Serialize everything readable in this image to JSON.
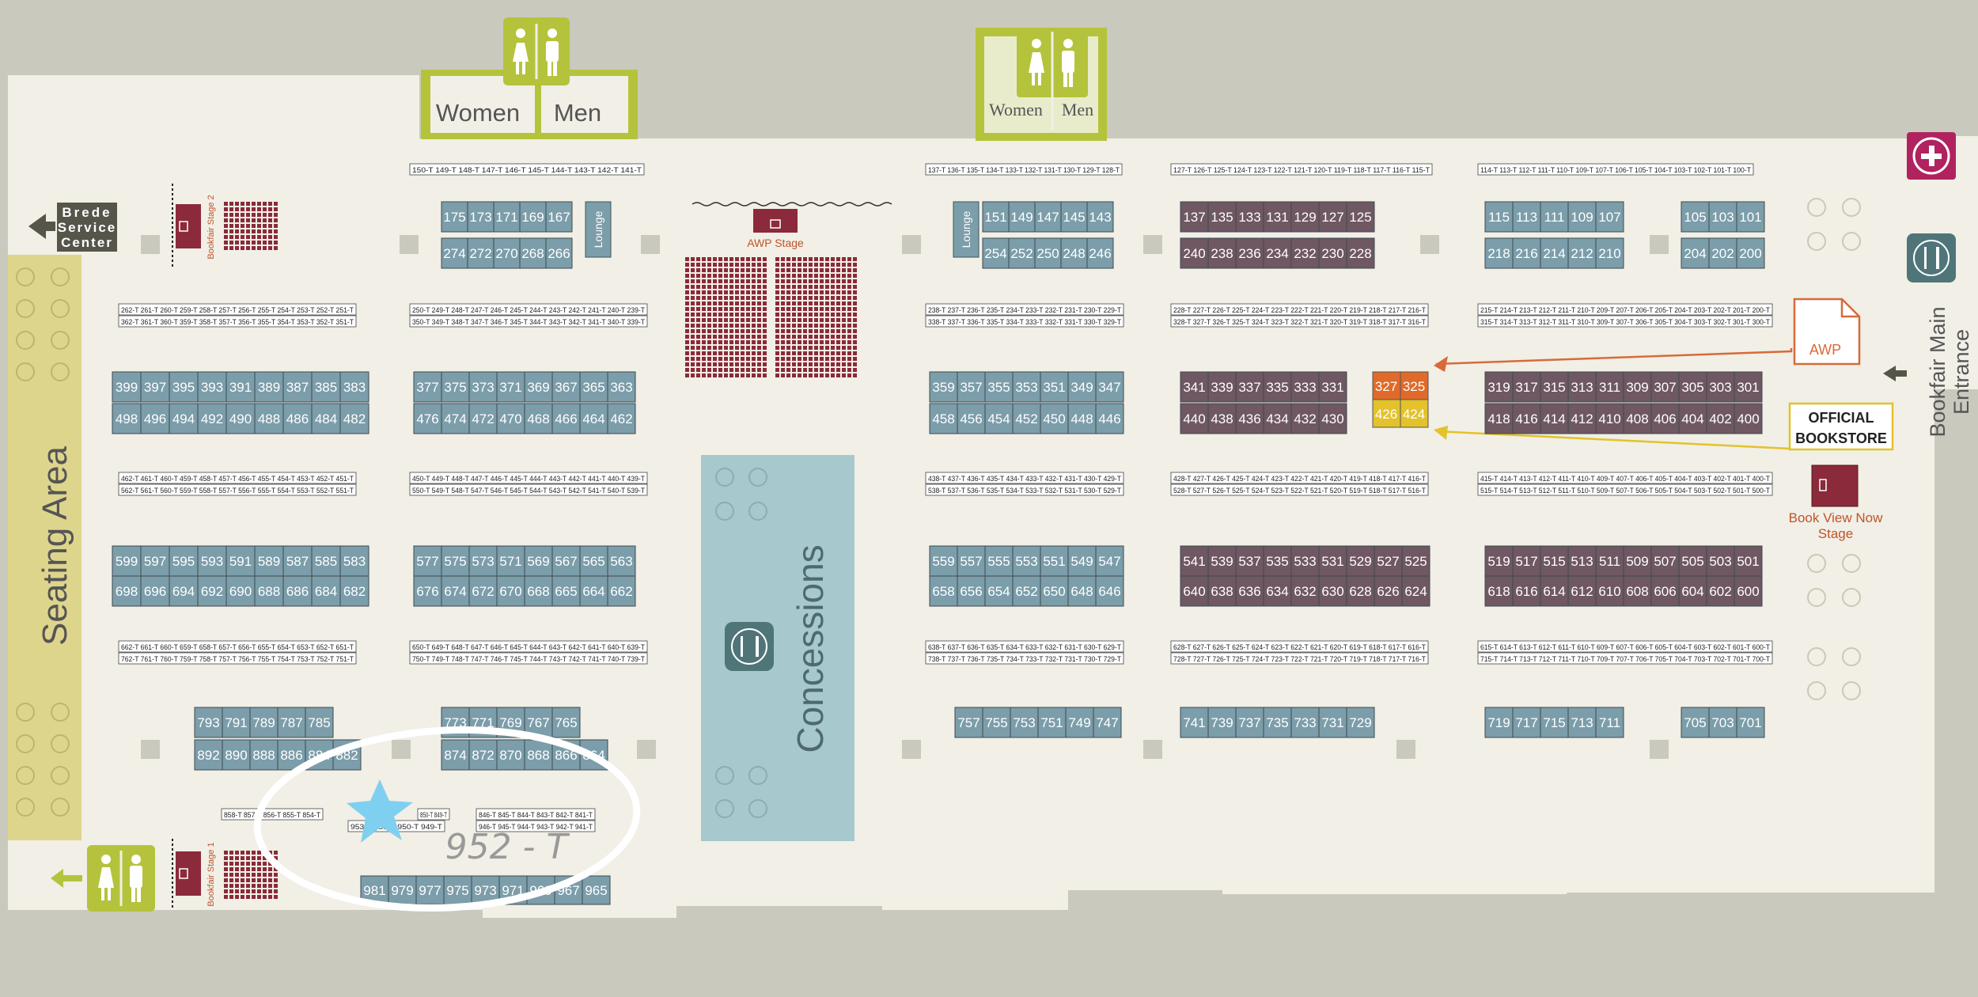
{
  "colors": {
    "outside": "#c9cabd",
    "floor": "#f1efe6",
    "booth_blue": "#7c9daa",
    "booth_purple": "#6f5862",
    "restroom_green": "#b5c33c",
    "concessions": "#a7c8cc",
    "seating": "#ded58c",
    "stage_red": "#8b2a3a",
    "awp_orange": "#e06a2a",
    "awp_yellow": "#e3c22b",
    "first_aid": "#b0235f",
    "dining_icon_bg": "#4f7579",
    "annotation_star": "#7fd0f0"
  },
  "labels": {
    "women": "Women",
    "men": "Men",
    "brede": "Brede",
    "service": "Service",
    "center": "Center",
    "seating_area": "Seating Area",
    "concessions": "Concessions",
    "awp_stage": "AWP Stage",
    "bookfair_stage_1": "Bookfair Stage 1",
    "bookfair_stage_2": "Bookfair Stage 2",
    "lounge": "Lounge",
    "awp_doc": "AWP",
    "official": "OFFICIAL",
    "bookstore": "BOOKSTORE",
    "book_view_now": "Book View Now",
    "stage": "Stage",
    "main_entrance_1": "Bookfair Main",
    "main_entrance_2": "Entrance",
    "handwritten_note": "952 - T"
  },
  "icons": {
    "restroom": "restroom-icon",
    "first_aid": "first-aid-icon",
    "dining": "dining-icon",
    "arrow": "arrow-left-icon",
    "document": "document-icon",
    "star": "star-icon"
  },
  "booth_rows": [
    {
      "numbers": [
        "175",
        "173",
        "171",
        "169",
        "167"
      ]
    },
    {
      "numbers": [
        "274",
        "272",
        "270",
        "268",
        "266"
      ]
    },
    {
      "numbers": [
        "151",
        "149",
        "147",
        "145",
        "143"
      ]
    },
    {
      "numbers": [
        "254",
        "252",
        "250",
        "248",
        "246"
      ]
    },
    {
      "numbers": [
        "137",
        "135",
        "133",
        "131",
        "129",
        "127",
        "125"
      ]
    },
    {
      "numbers": [
        "240",
        "238",
        "236",
        "234",
        "232",
        "230",
        "228"
      ]
    },
    {
      "numbers": [
        "115",
        "113",
        "111",
        "109",
        "107"
      ]
    },
    {
      "numbers": [
        "218",
        "216",
        "214",
        "212",
        "210"
      ]
    },
    {
      "numbers": [
        "105",
        "103",
        "101"
      ]
    },
    {
      "numbers": [
        "204",
        "202",
        "200"
      ]
    },
    {
      "numbers": [
        "399",
        "397",
        "395",
        "393",
        "391",
        "389",
        "387",
        "385",
        "383"
      ]
    },
    {
      "numbers": [
        "498",
        "496",
        "494",
        "492",
        "490",
        "488",
        "486",
        "484",
        "482"
      ]
    },
    {
      "numbers": [
        "377",
        "375",
        "373",
        "371",
        "369",
        "367",
        "365",
        "363"
      ]
    },
    {
      "numbers": [
        "476",
        "474",
        "472",
        "470",
        "468",
        "466",
        "464",
        "462"
      ]
    },
    {
      "numbers": [
        "359",
        "357",
        "355",
        "353",
        "351",
        "349",
        "347"
      ]
    },
    {
      "numbers": [
        "458",
        "456",
        "454",
        "452",
        "450",
        "448",
        "446"
      ]
    },
    {
      "numbers": [
        "341",
        "339",
        "337",
        "335",
        "333",
        "331"
      ]
    },
    {
      "numbers": [
        "440",
        "438",
        "436",
        "434",
        "432",
        "430"
      ]
    },
    {
      "numbers": [
        "319",
        "317",
        "315",
        "313",
        "311",
        "309",
        "307",
        "305",
        "303",
        "301"
      ]
    },
    {
      "numbers": [
        "418",
        "416",
        "414",
        "412",
        "410",
        "408",
        "406",
        "404",
        "402",
        "400"
      ]
    },
    {
      "numbers": [
        "599",
        "597",
        "595",
        "593",
        "591",
        "589",
        "587",
        "585",
        "583"
      ]
    },
    {
      "numbers": [
        "698",
        "696",
        "694",
        "692",
        "690",
        "688",
        "686",
        "684",
        "682"
      ]
    },
    {
      "numbers": [
        "577",
        "575",
        "573",
        "571",
        "569",
        "567",
        "565",
        "563"
      ]
    },
    {
      "numbers": [
        "676",
        "674",
        "672",
        "670",
        "668",
        "665",
        "664",
        "662"
      ]
    },
    {
      "numbers": [
        "559",
        "557",
        "555",
        "553",
        "551",
        "549",
        "547"
      ]
    },
    {
      "numbers": [
        "658",
        "656",
        "654",
        "652",
        "650",
        "648",
        "646"
      ]
    },
    {
      "numbers": [
        "541",
        "539",
        "537",
        "535",
        "533",
        "531",
        "529",
        "527",
        "525"
      ]
    },
    {
      "numbers": [
        "640",
        "638",
        "636",
        "634",
        "632",
        "630",
        "628",
        "626",
        "624"
      ]
    },
    {
      "numbers": [
        "519",
        "517",
        "515",
        "513",
        "511",
        "509",
        "507",
        "505",
        "503",
        "501"
      ]
    },
    {
      "numbers": [
        "618",
        "616",
        "614",
        "612",
        "610",
        "608",
        "606",
        "604",
        "602",
        "600"
      ]
    },
    {
      "numbers": [
        "793",
        "791",
        "789",
        "787",
        "785"
      ]
    },
    {
      "numbers": [
        "892",
        "890",
        "888",
        "886",
        "884",
        "882"
      ]
    },
    {
      "numbers": [
        "773",
        "771",
        "769",
        "767",
        "765"
      ]
    },
    {
      "numbers": [
        "874",
        "872",
        "870",
        "868",
        "866",
        "864"
      ]
    },
    {
      "numbers": [
        "757",
        "755",
        "753",
        "751",
        "749",
        "747"
      ]
    },
    {
      "numbers": [
        "741",
        "739",
        "737",
        "735",
        "733",
        "731",
        "729"
      ]
    },
    {
      "numbers": [
        "719",
        "717",
        "715",
        "713",
        "711"
      ]
    },
    {
      "numbers": [
        "705",
        "703",
        "701"
      ]
    },
    {
      "numbers": [
        "981",
        "979",
        "977",
        "975",
        "973",
        "971",
        "969",
        "967",
        "965"
      ]
    }
  ],
  "awp_booths": {
    "top": [
      "327",
      "325"
    ],
    "bottom": [
      "426",
      "424"
    ]
  },
  "table_rows": [
    {
      "text": "150-T 149-T 148-T 147-T 146-T 145-T 144-T 143-T 142-T 141-T"
    },
    {
      "text": "137-T 136-T 135-T 134-T 133-T 132-T 131-T 130-T 129-T 128-T"
    },
    {
      "text": "127-T 126-T 125-T 124-T 123-T 122-T 121-T 120-T 119-T 118-T 117-T 116-T 115-T"
    },
    {
      "text": "114-T 113-T 112-T 111-T 110-T 109-T 107-T 106-T 105-T 104-T 103-T 102-T 101-T 100-T"
    },
    {
      "text": "262-T 261-T 260-T 259-T 258-T 257-T 256-T 255-T 254-T 253-T 252-T 251-T"
    },
    {
      "text": "362-T 361-T 360-T 359-T 358-T 357-T 356-T 355-T 354-T 353-T 352-T 351-T"
    },
    {
      "text": "250-T 249-T 248-T 247-T 246-T 245-T 244-T 243-T 242-T 241-T 240-T 239-T"
    },
    {
      "text": "350-T 349-T 348-T 347-T 346-T 345-T 344-T 343-T 342-T 341-T 340-T 339-T"
    },
    {
      "text": "238-T 237-T 236-T 235-T 234-T 233-T 232-T 231-T 230-T 229-T"
    },
    {
      "text": "338-T 337-T 336-T 335-T 334-T 333-T 332-T 331-T 330-T 329-T"
    },
    {
      "text": "228-T 227-T 226-T 225-T 224-T 223-T 222-T 221-T 220-T 219-T 218-T 217-T 216-T"
    },
    {
      "text": "328-T 327-T 326-T 325-T 324-T 323-T 322-T 321-T 320-T 319-T 318-T 317-T 316-T"
    },
    {
      "text": "215-T 214-T 213-T 212-T 211-T 210-T 209-T 207-T 206-T 205-T 204-T 203-T 202-T 201-T 200-T"
    },
    {
      "text": "315-T 314-T 313-T 312-T 311-T 310-T 309-T 307-T 306-T 305-T 304-T 303-T 302-T 301-T 300-T"
    },
    {
      "text": "462-T 461-T 460-T 459-T 458-T 457-T 456-T 455-T 454-T 453-T 452-T 451-T"
    },
    {
      "text": "562-T 561-T 560-T 559-T 558-T 557-T 556-T 555-T 554-T 553-T 552-T 551-T"
    },
    {
      "text": "450-T 449-T 448-T 447-T 446-T 445-T 444-T 443-T 442-T 441-T 440-T 439-T"
    },
    {
      "text": "550-T 549-T 548-T 547-T 546-T 545-T 544-T 543-T 542-T 541-T 540-T 539-T"
    },
    {
      "text": "438-T 437-T 436-T 435-T 434-T 433-T 432-T 431-T 430-T 429-T"
    },
    {
      "text": "538-T 537-T 536-T 535-T 534-T 533-T 532-T 531-T 530-T 529-T"
    },
    {
      "text": "428-T 427-T 426-T 425-T 424-T 423-T 422-T 421-T 420-T 419-T 418-T 417-T 416-T"
    },
    {
      "text": "528-T 527-T 526-T 525-T 524-T 523-T 522-T 521-T 520-T 519-T 518-T 517-T 516-T"
    },
    {
      "text": "415-T 414-T 413-T 412-T 411-T 410-T 409-T 407-T 406-T 405-T 404-T 403-T 402-T 401-T 400-T"
    },
    {
      "text": "515-T 514-T 513-T 512-T 511-T 510-T 509-T 507-T 506-T 505-T 504-T 503-T 502-T 501-T 500-T"
    },
    {
      "text": "662-T 661-T 660-T 659-T 658-T 657-T 656-T 655-T 654-T 653-T 652-T 651-T"
    },
    {
      "text": "762-T 761-T 760-T 759-T 758-T 757-T 756-T 755-T 754-T 753-T 752-T 751-T"
    },
    {
      "text": "650-T 649-T 648-T 647-T 646-T 645-T 644-T 643-T 642-T 641-T 640-T 639-T"
    },
    {
      "text": "750-T 749-T 748-T 747-T 746-T 745-T 744-T 743-T 742-T 741-T 740-T 739-T"
    },
    {
      "text": "638-T 637-T 636-T 635-T 634-T 633-T 632-T 631-T 630-T 629-T"
    },
    {
      "text": "738-T 737-T 736-T 735-T 734-T 733-T 732-T 731-T 730-T 729-T"
    },
    {
      "text": "628-T 627-T 626-T 625-T 624-T 623-T 622-T 621-T 620-T 619-T 618-T 617-T 616-T"
    },
    {
      "text": "728-T 727-T 726-T 725-T 724-T 723-T 722-T 721-T 720-T 719-T 718-T 717-T 716-T"
    },
    {
      "text": "615-T 614-T 613-T 612-T 611-T 610-T 609-T 607-T 606-T 605-T 604-T 603-T 602-T 601-T 600-T"
    },
    {
      "text": "715-T 714-T 713-T 712-T 711-T 710-T 709-T 707-T 706-T 705-T 704-T 703-T 702-T 701-T 700-T"
    },
    {
      "text": "858-T 857-T 856-T 855-T 854-T"
    },
    {
      "text": "846-T 845-T 844-T 843-T 842-T 841-T"
    },
    {
      "text": "946-T 945-T 944-T 943-T 942-T 941-T"
    },
    {
      "text": "850-T 849-T"
    },
    {
      "text": "953-T 951-T 950-T 949-T"
    }
  ]
}
